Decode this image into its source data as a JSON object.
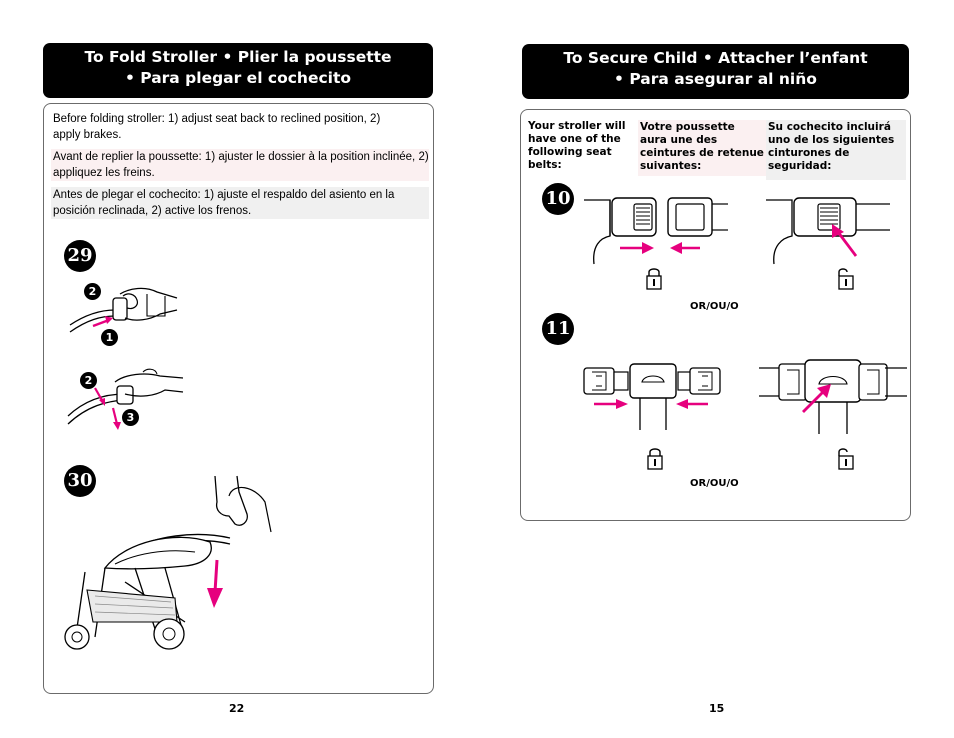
{
  "left": {
    "title_line1": "To Fold Stroller  •  Plier la poussette",
    "title_line2": "•  Para plegar el cochecito",
    "para_en": "Before folding stroller: 1) adjust seat back to reclined position, 2) apply brakes.",
    "para_fr": "Avant de replier la poussette: 1) ajuster le dossier à la position inclinée, 2) appliquez les freins.",
    "para_es": "Antes de plegar el cochecito: 1) ajuste el respaldo del asiento en la posición reclinada, 2) active los frenos.",
    "step29": "29",
    "step30": "30",
    "sub1": "1",
    "sub2a": "2",
    "sub2b": "2",
    "sub3": "3",
    "page_number": "22"
  },
  "right": {
    "title_line1": "To Secure Child  •  Attacher l’enfant",
    "title_line2": "•  Para asegurar al niño",
    "col_en": "Your stroller will have one of the following seat belts:",
    "col_fr": "Votre poussette aura une des ceintures de retenue suivantes:",
    "col_es": "Su cochecito incluirá uno de los siguientes cinturones de seguridad:",
    "step10": "10",
    "step11": "11",
    "or1": "OR/OU/O",
    "or2": "OR/OU/O",
    "page_number": "15"
  },
  "colors": {
    "banner": "#000000",
    "arrow": "#e6007e",
    "panel_border": "#6b6b6b"
  },
  "icons": [
    "lock-closed-icon",
    "lock-open-icon",
    "arrow-icon"
  ]
}
